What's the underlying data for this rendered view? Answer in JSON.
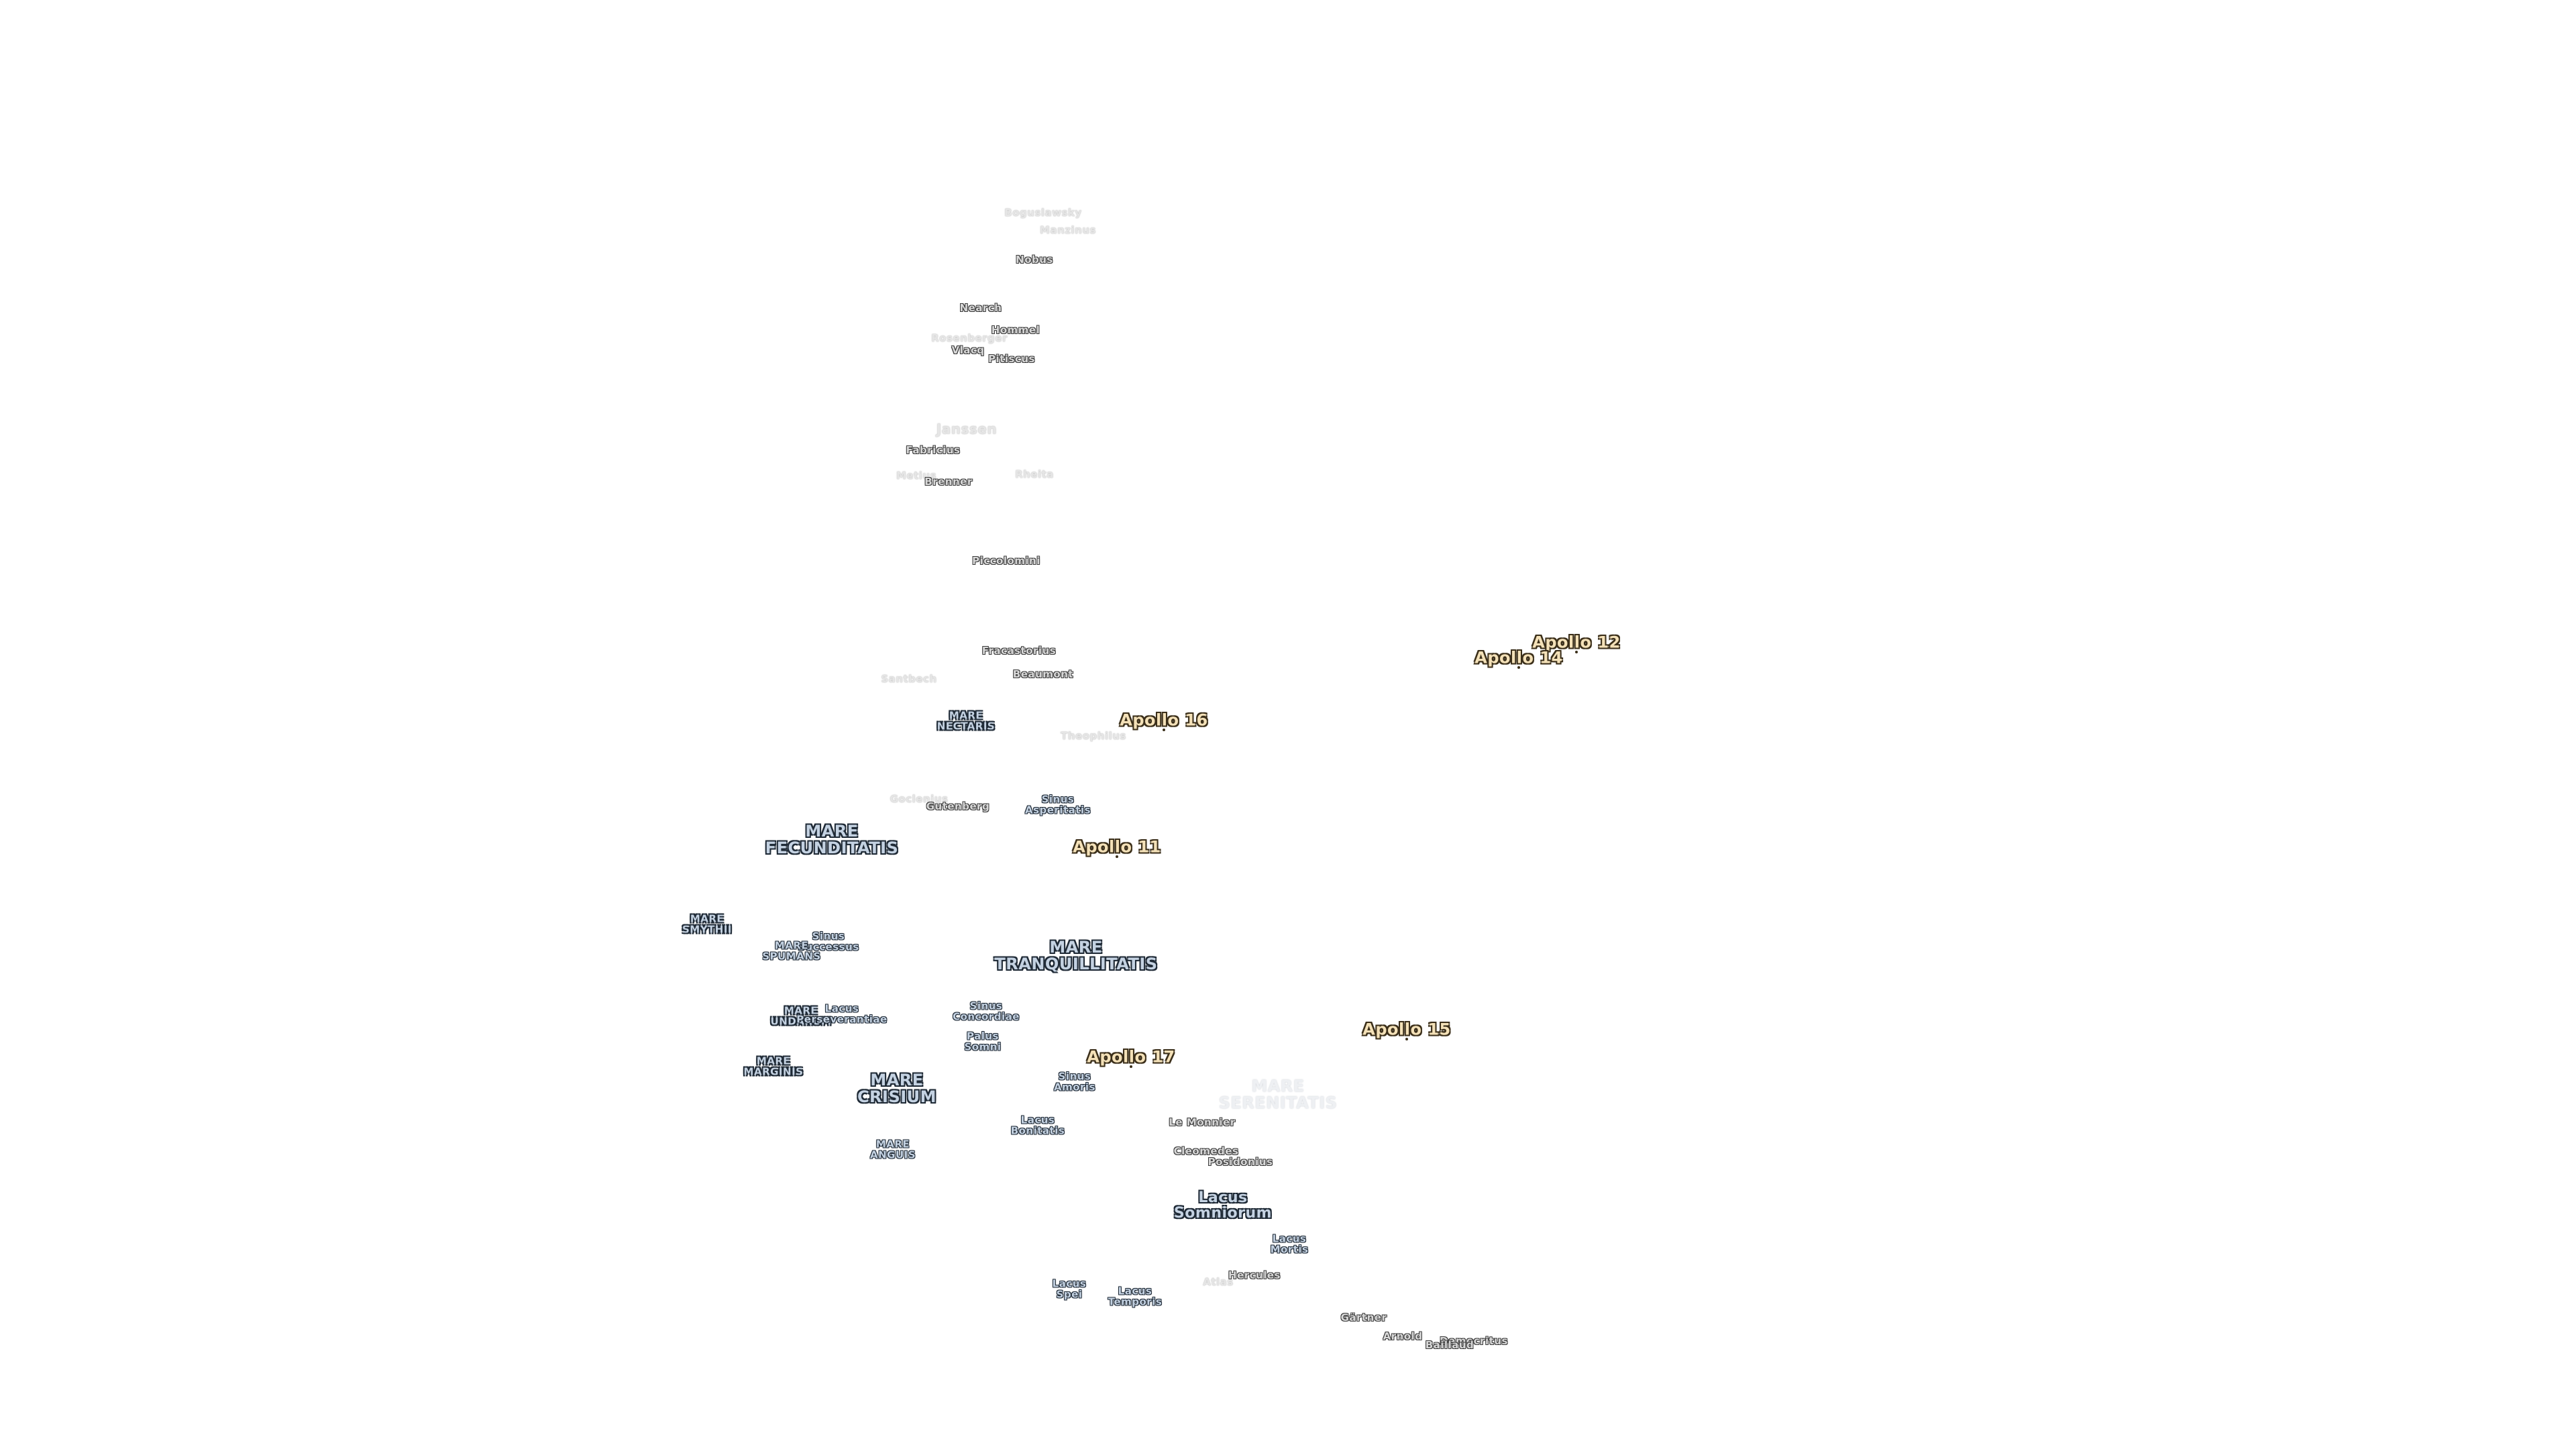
{
  "map": {
    "features": [
      {
        "id": "boguslawsky",
        "text": "Boguslawsky",
        "kind": "crater",
        "faint": true
      },
      {
        "id": "manzinus",
        "text": "Manzinus",
        "kind": "crater",
        "faint": true
      },
      {
        "id": "nobus",
        "text": "Nobus",
        "kind": "crater"
      },
      {
        "id": "nearch",
        "text": "Nearch",
        "kind": "crater"
      },
      {
        "id": "hommel",
        "text": "Hommel",
        "kind": "crater"
      },
      {
        "id": "rosenberger",
        "text": "Rosenberger",
        "kind": "crater",
        "faint": true
      },
      {
        "id": "vlacq",
        "text": "Vlacq",
        "kind": "crater"
      },
      {
        "id": "pitiscus",
        "text": "Pitiscus",
        "kind": "crater"
      },
      {
        "id": "janssen",
        "text": "Janssen",
        "kind": "crater-big",
        "faint": true
      },
      {
        "id": "fabricius",
        "text": "Fabricius",
        "kind": "crater"
      },
      {
        "id": "metius",
        "text": "Metius",
        "kind": "crater",
        "faint": true
      },
      {
        "id": "brenner",
        "text": "Brenner",
        "kind": "crater"
      },
      {
        "id": "rheita",
        "text": "Rheita",
        "kind": "crater",
        "faint": true
      },
      {
        "id": "piccolomini",
        "text": "Piccolomini",
        "kind": "crater"
      },
      {
        "id": "fracastorius",
        "text": "Fracastorius",
        "kind": "crater"
      },
      {
        "id": "beaumont",
        "text": "Beaumont",
        "kind": "crater"
      },
      {
        "id": "santbech",
        "text": "Santbech",
        "kind": "crater",
        "faint": true
      },
      {
        "id": "mare-nectaris",
        "text": "MARE\nNECTARIS",
        "kind": "mare-small"
      },
      {
        "id": "theophilus",
        "text": "Theophilus",
        "kind": "crater",
        "faint": true
      },
      {
        "id": "goclenius",
        "text": "Goclenius",
        "kind": "crater",
        "faint": true
      },
      {
        "id": "gutenberg",
        "text": "Gutenberg",
        "kind": "crater"
      },
      {
        "id": "sinus-asperitatis",
        "text": "Sinus\nAsperitatis",
        "kind": "sinus"
      },
      {
        "id": "mare-fecunditatis",
        "text": "MARE\nFECUNDITATIS",
        "kind": "mare"
      },
      {
        "id": "mare-smythii",
        "text": "MARE\nSMYTHII",
        "kind": "mare-small"
      },
      {
        "id": "sinus-successus",
        "text": "Sinus\nSuccessus",
        "kind": "sinus"
      },
      {
        "id": "mare-spumans",
        "text": "MARE\nSPUMANS",
        "kind": "sinus"
      },
      {
        "id": "mare-tranquillitatis",
        "text": "MARE\nTRANQUILLITATIS",
        "kind": "mare"
      },
      {
        "id": "mare-undarum",
        "text": "MARE\nUNDARUM",
        "kind": "mare-small"
      },
      {
        "id": "lacus-perseverantiae",
        "text": "Lacus\nPerseverantiae",
        "kind": "sinus"
      },
      {
        "id": "sinus-concordiae",
        "text": "Sinus\nConcordiae",
        "kind": "sinus"
      },
      {
        "id": "palus-somni",
        "text": "Palus\nSomni",
        "kind": "sinus"
      },
      {
        "id": "mare-marginis",
        "text": "MARE\nMARGINIS",
        "kind": "mare-small"
      },
      {
        "id": "mare-crisium",
        "text": "MARE\nCRISIUM",
        "kind": "mare"
      },
      {
        "id": "sinus-amoris",
        "text": "Sinus\nAmoris",
        "kind": "sinus"
      },
      {
        "id": "mare-serenitatis",
        "text": "MARE\nSERENITATIS",
        "kind": "mare",
        "faint": true
      },
      {
        "id": "le-monnier",
        "text": "Le Monnier",
        "kind": "crater"
      },
      {
        "id": "mare-anguis",
        "text": "MARE\nANGUIS",
        "kind": "sinus"
      },
      {
        "id": "lacus-bonitatis",
        "text": "Lacus\nBonitatis",
        "kind": "sinus"
      },
      {
        "id": "cleomedes",
        "text": "Cleomedes",
        "kind": "crater"
      },
      {
        "id": "posidonius",
        "text": "Posidonius",
        "kind": "crater"
      },
      {
        "id": "lacus-somniorum",
        "text": "Lacus\nSomniorum",
        "kind": "lacus"
      },
      {
        "id": "lacus-mortis",
        "text": "Lacus\nMortis",
        "kind": "sinus"
      },
      {
        "id": "lacus-spei",
        "text": "Lacus\nSpei",
        "kind": "sinus"
      },
      {
        "id": "lacus-temporis",
        "text": "Lacus\nTemporis",
        "kind": "sinus"
      },
      {
        "id": "atlas",
        "text": "Atlas",
        "kind": "crater",
        "faint": true
      },
      {
        "id": "hercules",
        "text": "Hercules",
        "kind": "crater"
      },
      {
        "id": "gartner",
        "text": "Gärtner",
        "kind": "crater"
      },
      {
        "id": "arnold",
        "text": "Arnold",
        "kind": "crater"
      },
      {
        "id": "democritus",
        "text": "Democritus",
        "kind": "crater"
      },
      {
        "id": "baillaud",
        "text": "Baillaud",
        "kind": "crater"
      }
    ],
    "landing_sites": [
      {
        "id": "apollo-12",
        "text": "Apollo 12"
      },
      {
        "id": "apollo-14",
        "text": "Apollo 14"
      },
      {
        "id": "apollo-16",
        "text": "Apollo 16"
      },
      {
        "id": "apollo-11",
        "text": "Apollo 11"
      },
      {
        "id": "apollo-15",
        "text": "Apollo 15"
      },
      {
        "id": "apollo-17",
        "text": "Apollo 17"
      }
    ]
  },
  "colors": {
    "background": "#ffffff",
    "mare_fill": "#c4d2e2",
    "outline": "#1f2a36",
    "crater_fill": "#d8d8d8",
    "apollo_fill": "#f4e1b8"
  }
}
